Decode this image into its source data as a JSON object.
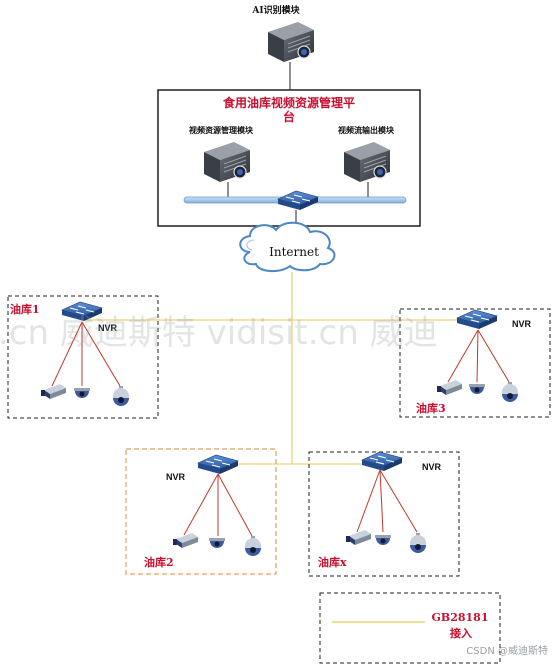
{
  "ai_module": {
    "label": "AI识别模块"
  },
  "platform": {
    "title_line1": "食用油库视频资源管理平",
    "title_line2": "台",
    "modules": [
      {
        "label": "视频资源管理模块"
      },
      {
        "label": "视频流输出模块"
      }
    ]
  },
  "internet": {
    "label": "Internet"
  },
  "sites": [
    {
      "name": "油库1",
      "nvr_label": "NVR"
    },
    {
      "name": "油库3",
      "nvr_label": "NVR"
    },
    {
      "name": "油库2",
      "nvr_label": "NVR"
    },
    {
      "name": "油库x",
      "nvr_label": "NVR"
    }
  ],
  "legend": {
    "line1": "GB28181",
    "line2": "接入"
  },
  "watermark": {
    "text": ".cn 威迪斯特 vidisit.cn 威迪"
  },
  "credit": {
    "text": "CSDN @威迪斯特"
  },
  "colors": {
    "gb28181_line": "#e8d27a",
    "camera_link": "#c0392b",
    "site_label": "#c8102e",
    "bus": "#9cc3e6"
  }
}
